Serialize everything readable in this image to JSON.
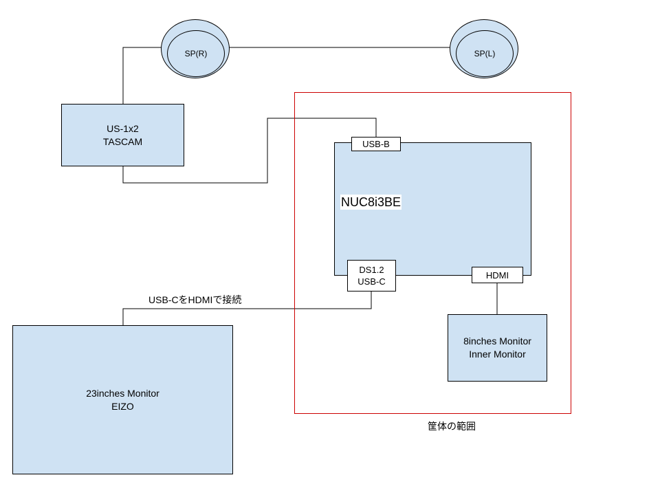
{
  "speakers": {
    "right": {
      "label": "SP(R)"
    },
    "left": {
      "label": "SP(L)"
    }
  },
  "audio_interface": {
    "line1": "US-1x2",
    "line2": "TASCAM"
  },
  "nuc": {
    "label": "NUC8i3BE",
    "ports": {
      "usb_b": "USB-B",
      "ds_line1": "DS1.2",
      "ds_line2": "USB-C",
      "hdmi": "HDMI"
    }
  },
  "inner_monitor": {
    "line1": "8inches Monitor",
    "line2": "Inner Monitor"
  },
  "external_monitor": {
    "line1": "23inches Monitor",
    "line2": "EIZO"
  },
  "connection_label": "USB-CをHDMIで接続",
  "enclosure_label": "筐体の範囲",
  "colors": {
    "box_fill": "#cfe2f3",
    "line": "#000000",
    "enclosure_border": "#cc0000"
  }
}
